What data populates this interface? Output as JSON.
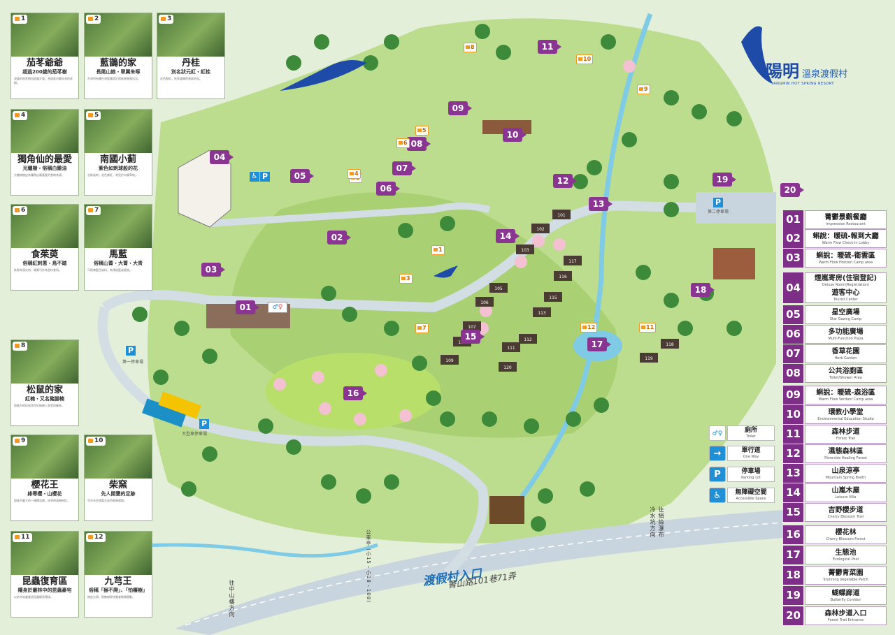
{
  "logo": {
    "text_main": "陽明",
    "text_sub": "溫泉渡假村",
    "text_en": "YANGMIN HOT SPRING RESORT"
  },
  "cards": [
    {
      "num": "1",
      "title": "茄苳爺爺",
      "subtitle": "超過200歲的茄苳樹",
      "desc": "茂盛的茄苳樹冠遮蔭步道，為園區內最年長的老樹。"
    },
    {
      "num": "2",
      "title": "藍鵲的家",
      "subtitle": "長尾山娘・翠翼朱啄",
      "desc": "台灣特有種台灣藍鵲常於園區樹林間出沒。"
    },
    {
      "num": "3",
      "title": "丹桂",
      "subtitle": "別名狀元紅・紅桂",
      "desc": "花色橙紅，秋季盛開時香氣四溢。"
    },
    {
      "num": "4",
      "title": "獨角仙的最愛",
      "subtitle": "光蠟樹・俗稱白雞油",
      "desc": "光蠟樹樹皮為獨角仙最喜愛的食物來源。"
    },
    {
      "num": "5",
      "title": "南國小薊",
      "subtitle": "紫色如刺球般的花",
      "desc": "全株具刺，花色紫紅，常見於向陽草地。"
    },
    {
      "num": "6",
      "title": "食茱萸",
      "subtitle": "俗稱紅刺蔥・鳥不踏",
      "desc": "枝幹佈滿尖刺，嫩葉可作為香料食用。"
    },
    {
      "num": "7",
      "title": "馬藍",
      "subtitle": "俗稱山菁・大菁・大青",
      "desc": "可提煉藍色染料，為傳統藍染植物。"
    },
    {
      "num": "8",
      "title": "松鼠的家",
      "subtitle": "紅楠・又名豬腳楠",
      "desc": "園區內的松鼠常在紅楠樹上覓食與棲息。"
    },
    {
      "num": "9",
      "title": "櫻花王",
      "subtitle": "緋寒櫻・山櫻花",
      "desc": "園區內最大的一棵櫻花樹，花季時滿樹粉紅。"
    },
    {
      "num": "10",
      "title": "柴窯",
      "subtitle": "先人開墾的足跡",
      "desc": "早年先民燒製木炭的柴窯遺跡。"
    },
    {
      "num": "11",
      "title": "昆蟲復育區",
      "subtitle": "隱身於叢林中的昆蟲豪宅",
      "desc": "以枯木堆疊營造昆蟲棲息環境。"
    },
    {
      "num": "12",
      "title": "九芎王",
      "subtitle": "俗稱「猴不爬」、「怕癢樹」",
      "desc": "樹皮光滑，輕撫樹幹枝葉會微微顫動。"
    }
  ],
  "legend": [
    {
      "num": "01",
      "zh": "菁鬱景觀餐廳",
      "en": "Impression Restaurant"
    },
    {
      "num": "02",
      "zh": "蝌說：暖硫-報到大廳",
      "en": "Warm Flow Check-in Lobby"
    },
    {
      "num": "03",
      "zh": "蝌說：暖硫-衛雲區",
      "en": "Warm Flow Horizon Camp area"
    },
    {
      "num": "04",
      "zh": "煙嵐寄房(住宿登記)",
      "zh2": "遊客中心",
      "en": "Deluxe Room(Registration)",
      "en2": "Tourist Center"
    },
    {
      "num": "05",
      "zh": "星空廣場",
      "en": "Star Gazing Camp"
    },
    {
      "num": "06",
      "zh": "多功能廣場",
      "en": "Multi-Function Plaza"
    },
    {
      "num": "07",
      "zh": "香草花園",
      "en": "Herb Garden"
    },
    {
      "num": "08",
      "zh": "公共浴廁區",
      "en": "Toilet/Shower Area"
    },
    {
      "num": "09",
      "zh": "蝌說：暖硫-森浴區",
      "en": "Warm Flow Verdant Camp area"
    },
    {
      "num": "10",
      "zh": "環教小學堂",
      "en": "Environmental Education Studio"
    },
    {
      "num": "11",
      "zh": "森林步道",
      "en": "Forest Trail"
    },
    {
      "num": "12",
      "zh": "濕態森林區",
      "en": "Riverside Healing Forest"
    },
    {
      "num": "13",
      "zh": "山泉涼亭",
      "en": "Mountain Spring Booth"
    },
    {
      "num": "14",
      "zh": "山嵐木屋",
      "en": "Leisure Villa"
    },
    {
      "num": "15",
      "zh": "吉野櫻步道",
      "en": "Cherry Blossom Trail"
    },
    {
      "num": "16",
      "zh": "櫻花林",
      "en": "Cherry Blossom Forest"
    },
    {
      "num": "17",
      "zh": "生態池",
      "en": "Ecological Pool"
    },
    {
      "num": "18",
      "zh": "菁鬱青菜園",
      "en": "Stunning Vegetable Patch"
    },
    {
      "num": "19",
      "zh": "蝴蝶廊道",
      "en": "Butterfly Corridor"
    },
    {
      "num": "20",
      "zh": "森林步道入口",
      "en": "Forest Trail Entrance"
    }
  ],
  "symbols": [
    {
      "zh": "廁所",
      "en": "Toilet",
      "icon": "toilet-icon",
      "color": "#ffffff"
    },
    {
      "zh": "單行道",
      "en": "One Way",
      "icon": "one-way-arrow-icon",
      "color": "#1f8fd6"
    },
    {
      "zh": "停車場",
      "en": "Parking Lot",
      "icon": "parking-icon",
      "color": "#1f8fd6"
    },
    {
      "zh": "無障礙空間",
      "en": "Accessible Space",
      "icon": "wheelchair-icon",
      "color": "#1f8fd6"
    }
  ],
  "map_labels": {
    "entrance": "渡假村入口",
    "road": "菁山路101巷71弄",
    "to_zhongshan": "往中山樓方向",
    "to_lengshui": "冷水坑方向",
    "to_bus": "公車亭 (小15・小18・108)",
    "to_waterfall": "往絹絲瀑布",
    "parking_bus": "大型車停車場",
    "parking_1": "第一停車場",
    "parking_2": "第二停車場"
  },
  "cabins": [
    "101",
    "102",
    "103",
    "105",
    "106",
    "107",
    "108",
    "109",
    "111",
    "112",
    "113",
    "115",
    "116",
    "117",
    "118",
    "119",
    "120"
  ],
  "colors": {
    "accent": "#8a3592",
    "road": "#c9d5de",
    "grass": "#a9d174",
    "water": "#7fcbe6",
    "camera": "#f39a1e"
  }
}
